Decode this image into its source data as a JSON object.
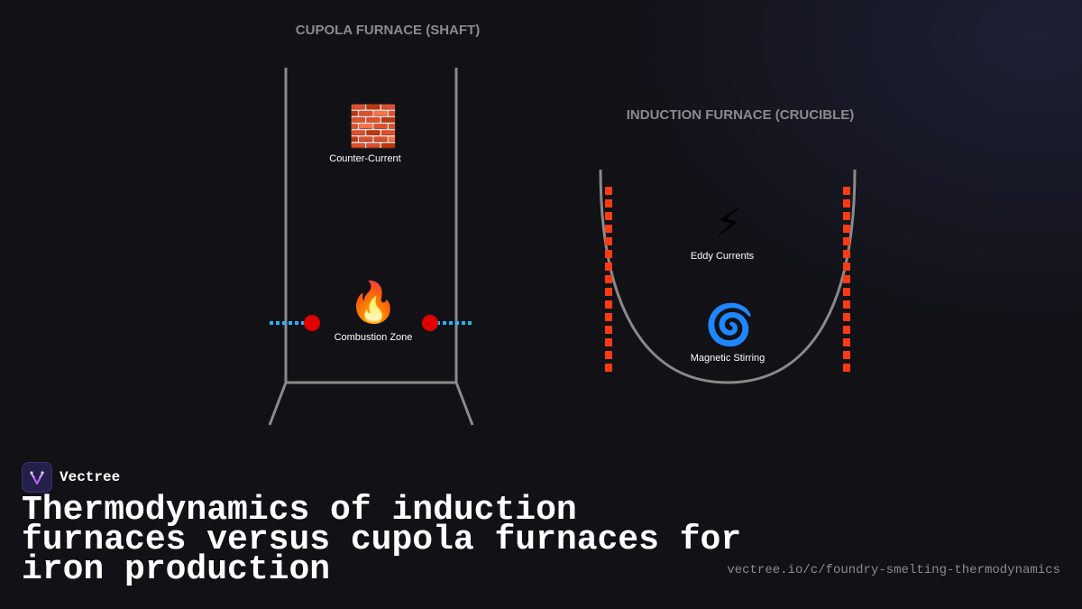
{
  "diagram": {
    "cupola": {
      "title": "CUPOLA FURNACE (SHAFT)",
      "charge_icon": "🧱",
      "charge_label": "Counter-Current",
      "combustion_icon": "🔥",
      "combustion_label": "Combustion Zone"
    },
    "induction": {
      "title": "INDUCTION FURNACE (CRUCIBLE)",
      "eddy_icon": "⚡",
      "eddy_label": "Eddy Currents",
      "stirring_icon": "🌀",
      "stirring_label": "Magnetic Stirring"
    },
    "colors": {
      "wall": "#8a8a8a",
      "tuyere_air": "#1fb6ff",
      "tuyere_port": "#e00000",
      "coil": "#ff3a12"
    }
  },
  "brand": {
    "name": "Vectree",
    "logo_icon": "vectree-logo-icon"
  },
  "headline": "Thermodynamics of induction furnaces versus cupola furnaces for iron production",
  "url": "vectree.io/c/foundry-smelting-thermodynamics"
}
